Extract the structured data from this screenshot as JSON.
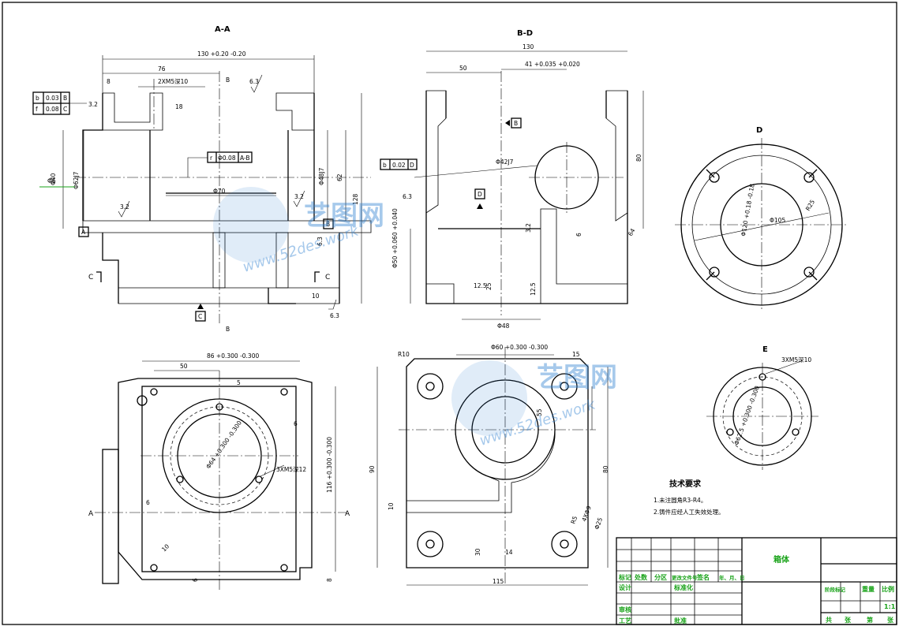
{
  "views": {
    "section_aa": {
      "title": "A-A",
      "cut_b": "B",
      "cut_c": "C",
      "arrow_a": "A"
    },
    "section_bd": {
      "title": "B-D",
      "cut_d": "D"
    },
    "view_d": {
      "title": "D"
    },
    "view_e": {
      "title": "E"
    },
    "view_bottom_left": {
      "label_a": "A"
    }
  },
  "dims_aa": {
    "overall": "130 +0.20 -0.20",
    "d76": "76",
    "d8": "8",
    "thread": "2XM5深10",
    "d18": "18",
    "phi62": "Φ62J7",
    "phi40": "Φ40",
    "phi48": "Φ48J7",
    "d62": "62",
    "d128": "128",
    "phi70": "Φ70",
    "d10": "10",
    "r63a": "6.3",
    "r32a": "3.2",
    "r32b": "3.2",
    "r63b": "6.3",
    "r63c": "6.3",
    "ref_a": "A",
    "ref_b": "B",
    "ref_c": "C",
    "tol_row1_sym": "b",
    "tol_row1_val": "0.03",
    "tol_row1_ref": "B",
    "tol_row2_sym": "f",
    "tol_row2_val": "0.08",
    "tol_row2_ref": "C",
    "tol_mid_sym": "r",
    "tol_mid_val": "Φ0.08",
    "tol_mid_ref": "A-B",
    "left_small": "3.2",
    "left_marker": "Φ6"
  },
  "dims_bd": {
    "d130": "130",
    "d50": "50",
    "d41": "41 +0.035 +0.020",
    "d80": "80",
    "phi42": "Φ42J7",
    "d64": "64",
    "phi50": "Φ50 +0.060 +0.040",
    "phi48_2": "Φ48",
    "r63": "6.3",
    "r125": "12.5",
    "r32": "3.2",
    "d6": "6",
    "d25": "25",
    "r125b": "12.5",
    "tol_sym": "b",
    "tol_val": "0.02",
    "tol_ref": "D",
    "ref_d": "D",
    "ref_box": "B"
  },
  "dims_d": {
    "phi120": "Φ120 +0.18 -0.18",
    "phi105": "Φ105",
    "r25": "R25"
  },
  "dims_e": {
    "thread": "3XM5深10",
    "phi": "Φ62.5 +0.300 -0.300"
  },
  "dims_bl": {
    "top": "86 +0.300 -0.300",
    "d50": "50",
    "d5": "5",
    "d6a": "6",
    "d6b": "6",
    "thread": "3XM5深12",
    "phi": "Φ64 +0.300 -0.300",
    "side": "116 +0.300 -0.300",
    "d10": "10",
    "d8": "8",
    "d6c": "6"
  },
  "dims_br": {
    "top": "Φ60 +0.300 -0.300",
    "r10": "R10",
    "d15": "15",
    "d55": "55",
    "d80": "80",
    "d90": "90",
    "d10": "10",
    "d30": "30",
    "d14": "14",
    "r5": "R5",
    "holes": "4XΦ9",
    "phi25": "Φ25",
    "d115": "115"
  },
  "tech": {
    "title": "技术要求",
    "line1": "1.未注圆角R3-R4。",
    "line2": "2.铸件应经人工失效处理。"
  },
  "title_block": {
    "part_name": "箱体",
    "headers": [
      "标记",
      "处数",
      "分区",
      "更改文件号",
      "签名",
      "年、月、日"
    ],
    "design": "设计",
    "standardize": "标准化",
    "review": "审核",
    "process": "工艺",
    "approve": "批准",
    "stage_mark": "阶段标记",
    "weight": "重量",
    "scale": "比例",
    "scale_value": "1:1",
    "total": "共",
    "sheet_unit": "张",
    "page": "第",
    "page_unit": "张"
  },
  "watermark": {
    "brand": "艺图网",
    "url": "www.52des.work"
  },
  "colors": {
    "line": "#000000",
    "green": "#19a319",
    "watermark": "#2e7fd0"
  }
}
